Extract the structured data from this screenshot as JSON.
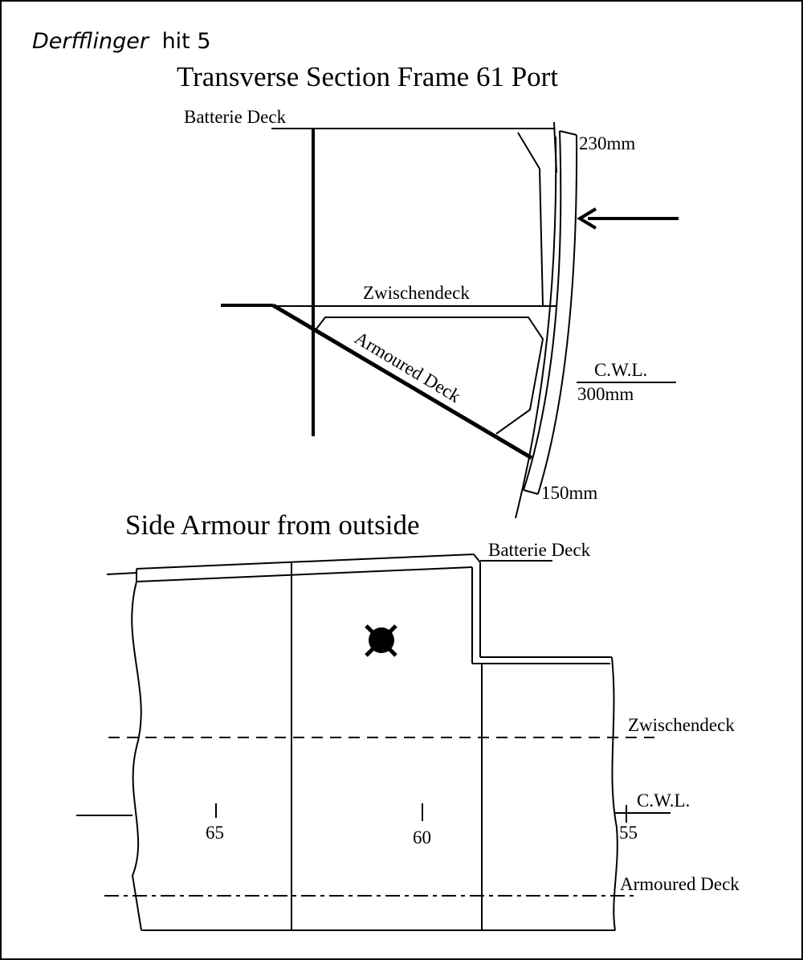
{
  "header": {
    "ship_name": "Derfflinger",
    "hit_label": "hit 5"
  },
  "section": {
    "title": "Transverse Section Frame 61 Port",
    "labels": {
      "batterie_deck": "Batterie Deck",
      "zwischendeck": "Zwischendeck",
      "armoured_deck": "Armoured Deck",
      "cwl": "C.W.L.",
      "thick_230": "230mm",
      "thick_300": "300mm",
      "thick_150": "150mm"
    }
  },
  "side": {
    "title": "Side Armour from outside",
    "labels": {
      "batterie_deck": "Batterie Deck",
      "zwischendeck": "Zwischendeck",
      "cwl": "C.W.L.",
      "armoured_deck": "Armoured Deck"
    },
    "frames": [
      "65",
      "60",
      "55"
    ]
  }
}
